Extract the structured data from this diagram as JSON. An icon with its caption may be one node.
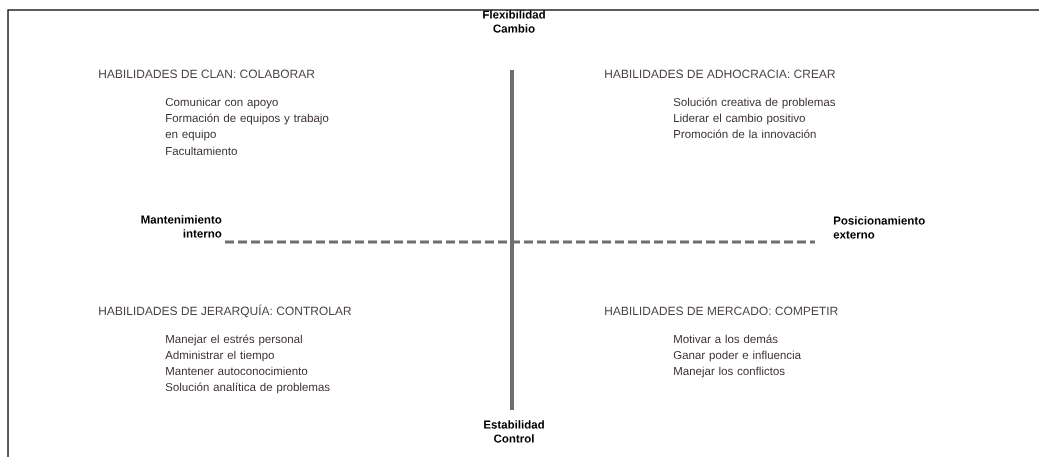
{
  "diagram": {
    "labels": [
      "Flexibilidad Cambio",
      "HABILIDADES DE CLAN: COLABORAR",
      "HABILIDADES DE ADHOCRACIA: CREAR",
      "Comunicar con apoyo",
      "Formación de equipos y trabajo en equipo",
      "Facultamiento",
      "Solución creativa de problemas",
      "Liderar el cambio positivo",
      "Promoción de la innovación",
      "Mantenimiento interno",
      "Posicionamiento externo",
      "HABILIDADES DE JERARQUÍA: CONTROLAR",
      "HABILIDADES DE MERCADO: COMPETIR",
      "Manejar el estrés personal",
      "Administrar el tiempo",
      "Mantener autoconocimiento",
      "Solución analítica de problemas",
      "Motivar a los demás",
      "Ganar poder e influencia",
      "Manejar los conflictos",
      "Estabilidad Control"
    ]
  }
}
